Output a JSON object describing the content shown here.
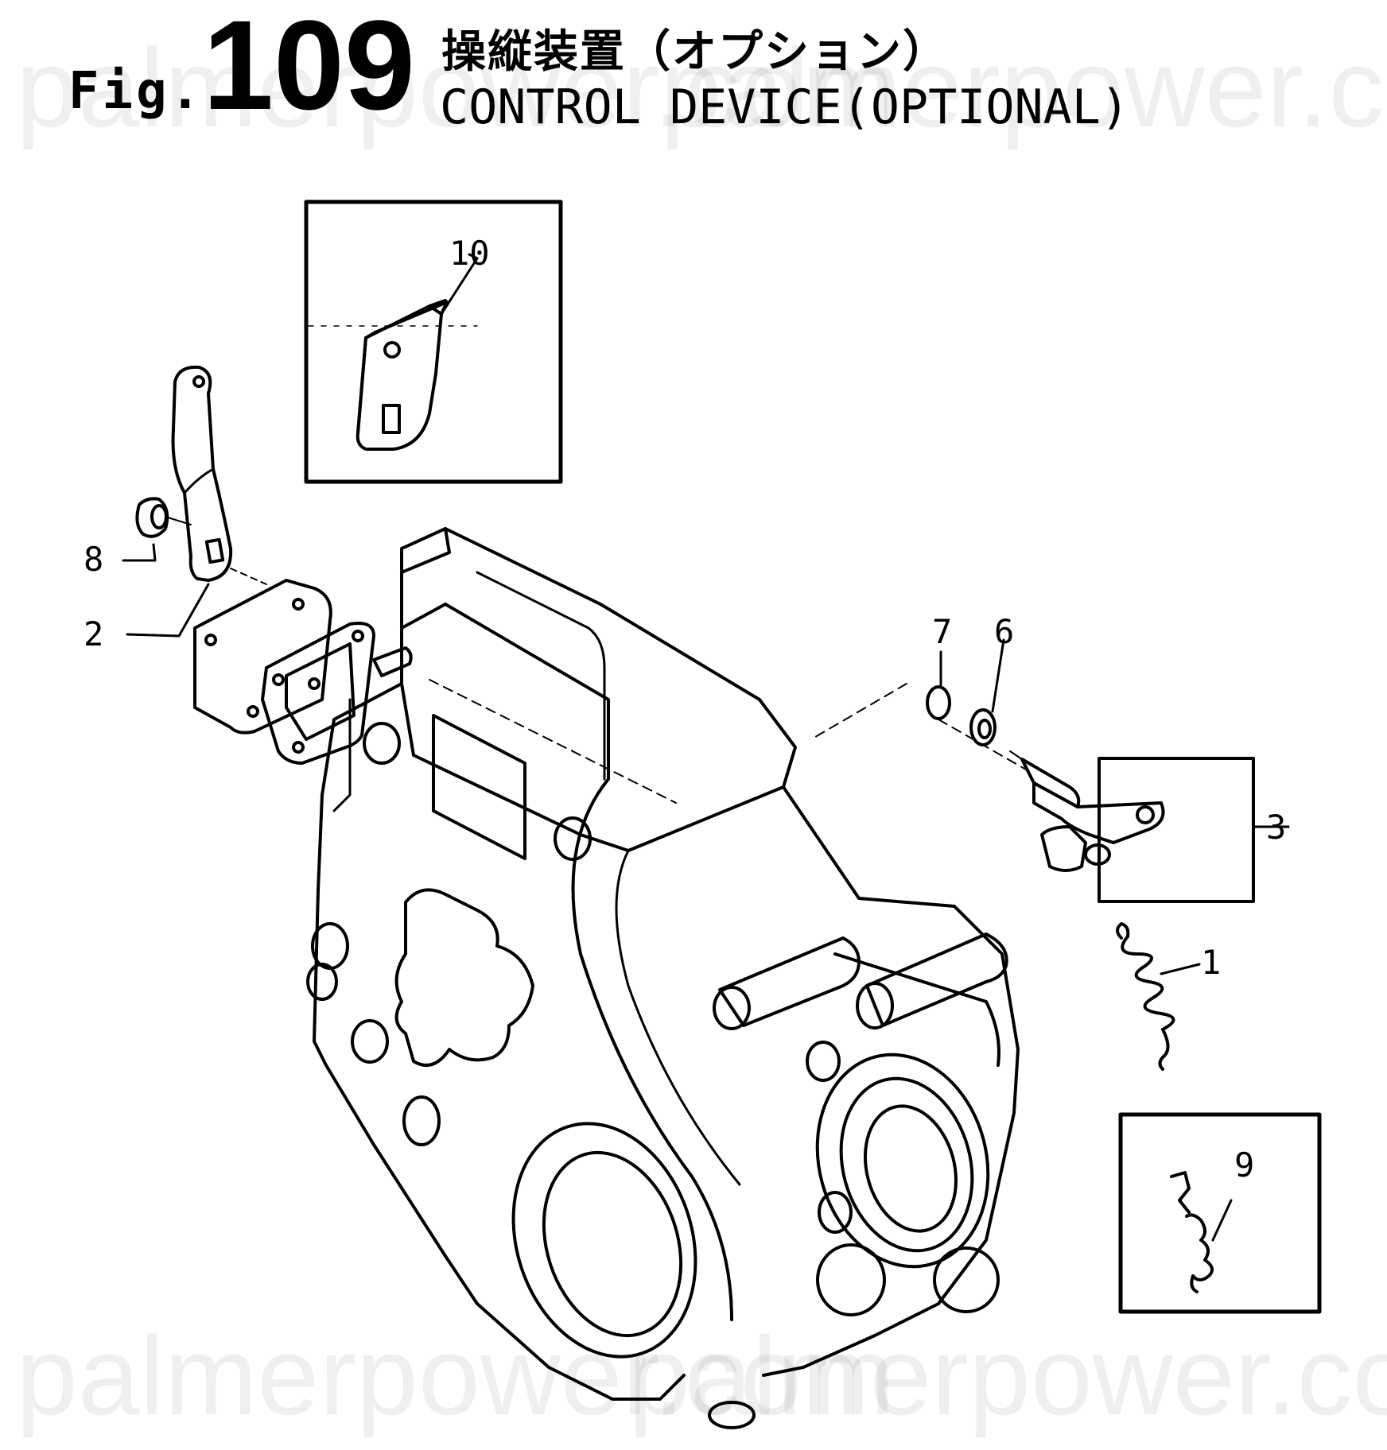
{
  "header": {
    "fig_prefix": "Fig.",
    "fig_number": "109",
    "title_jp": "操縦装置（オプション）",
    "title_en": "CONTROL DEVICE(OPTIONAL)"
  },
  "watermark": {
    "text_a": "palmerpower.com",
    "text_b": "palmerpower.com",
    "text_c": "palmerpower.com",
    "text_d": "palmerpower.com"
  },
  "callouts": {
    "p1": "1",
    "p2": "2",
    "p3": "3",
    "p6": "6",
    "p7": "7",
    "p8": "8",
    "p9": "9",
    "p10": "10"
  }
}
